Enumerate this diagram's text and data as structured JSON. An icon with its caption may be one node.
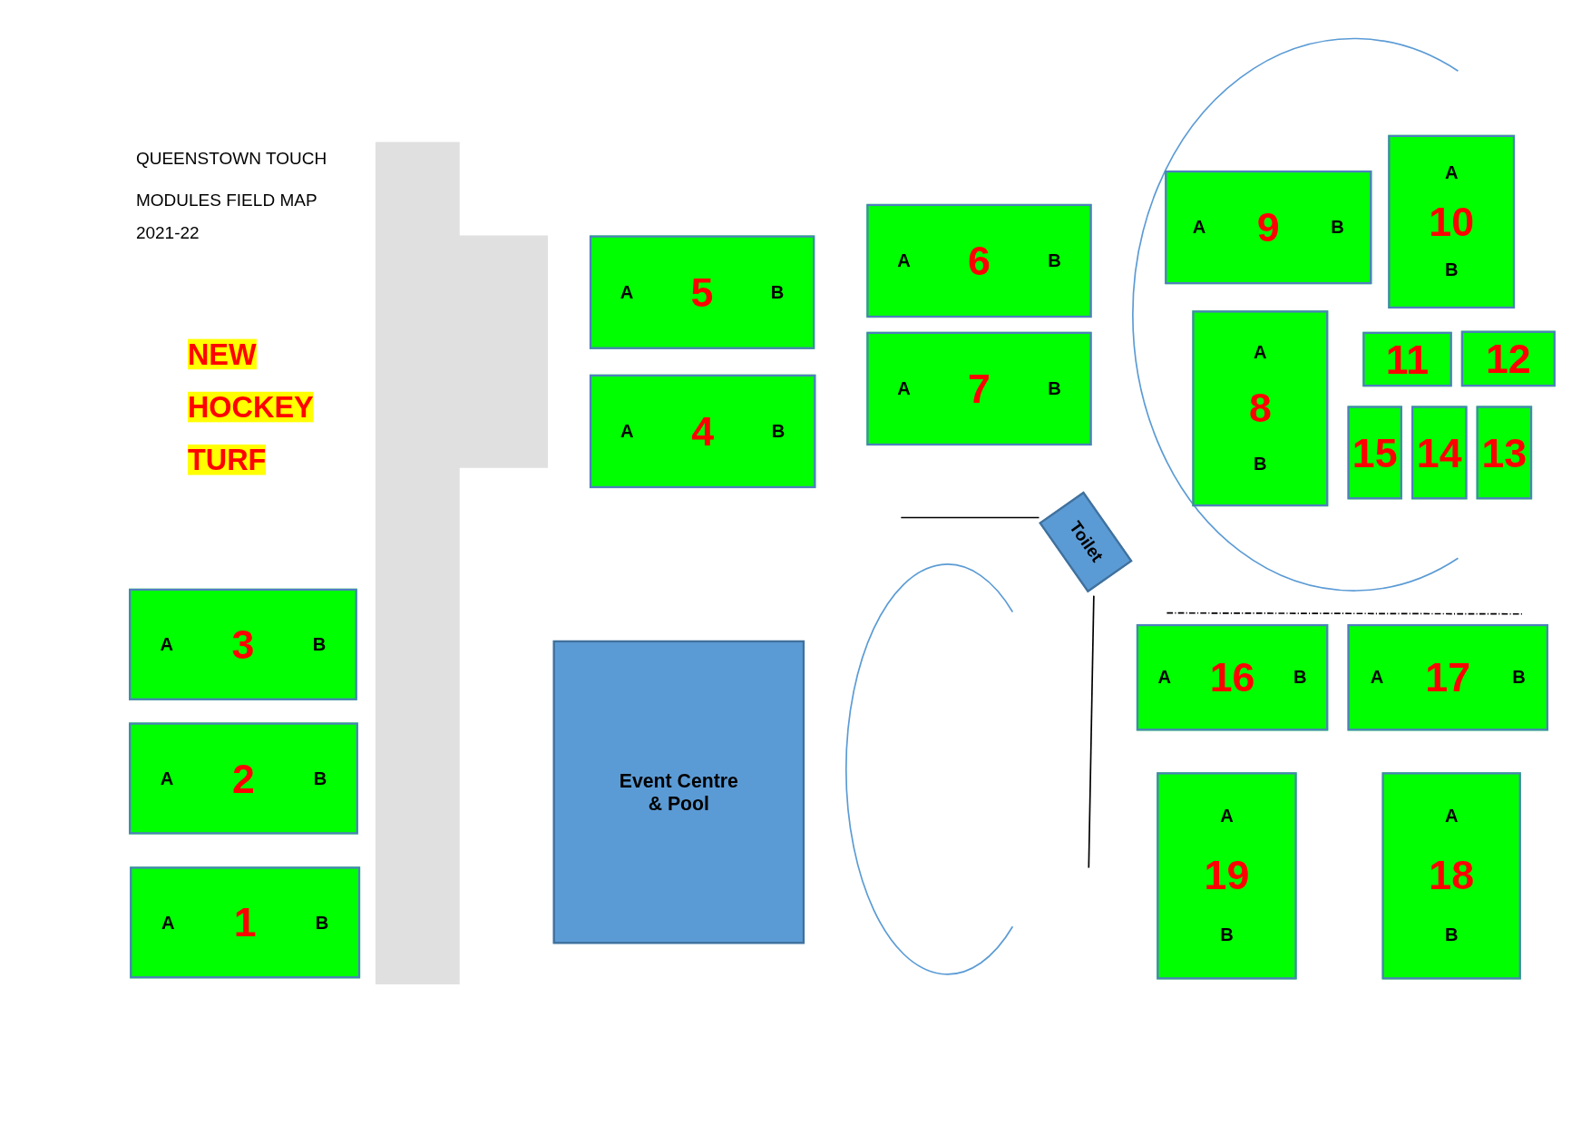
{
  "diagram": {
    "title": "QUEENSTOWN TOUCH MODULES FIELD MAP",
    "nodes": [
      {
        "text": [
          "A",
          "1",
          "B"
        ]
      },
      {
        "text": [
          "A",
          "2",
          "B"
        ]
      },
      {
        "text": [
          "A",
          "3",
          "B"
        ]
      },
      {
        "text": [
          "A",
          "4",
          "B"
        ]
      },
      {
        "text": [
          "A",
          "5",
          "B"
        ]
      },
      {
        "text": [
          "A",
          "6",
          "B"
        ]
      },
      {
        "text": [
          "A",
          "7",
          "B"
        ]
      },
      {
        "text": [
          "A",
          "8",
          "B"
        ]
      },
      {
        "text": [
          "A",
          "9",
          "B"
        ]
      },
      {
        "text": [
          "A",
          "10",
          "B"
        ]
      },
      {
        "text": [
          "11"
        ]
      },
      {
        "text": [
          "12"
        ]
      },
      {
        "text": [
          "13"
        ]
      },
      {
        "text": [
          "14"
        ]
      },
      {
        "text": [
          "15"
        ]
      },
      {
        "text": [
          "A",
          "16",
          "B"
        ]
      },
      {
        "text": [
          "A",
          "17",
          "B"
        ]
      },
      {
        "text": [
          "A",
          "18",
          "B"
        ]
      },
      {
        "text": [
          "A",
          "19",
          "B"
        ]
      },
      {
        "text": [
          "Event Centre & Pool"
        ]
      },
      {
        "text": [
          "Toilet"
        ]
      },
      {
        "text": [],
        "shape": "box"
      }
    ],
    "edges": [
      {
        "from": null,
        "to": 20,
        "arrow": "none"
      },
      {
        "from": 20,
        "to": null,
        "arrow": "none"
      }
    ],
    "labels": [
      "2021-22",
      "NEW",
      "HOCKEY",
      "TURF"
    ]
  }
}
